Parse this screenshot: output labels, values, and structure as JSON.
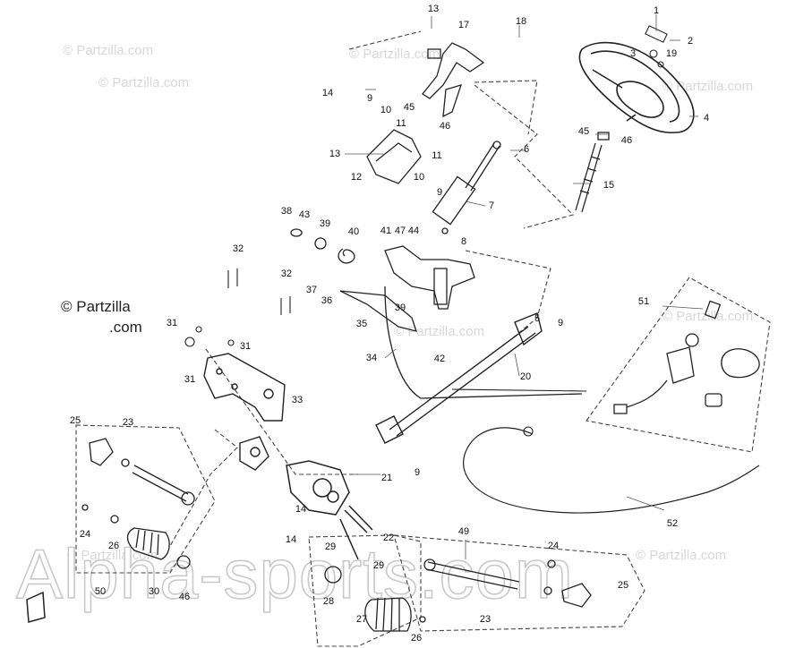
{
  "watermarks": {
    "small": "© Partzilla.com",
    "main_line1": "© Partzilla",
    "main_line2": ".com",
    "big": "Alpha-sports.com"
  },
  "callouts": [
    "1",
    "2",
    "3",
    "19",
    "4",
    "13",
    "17",
    "18",
    "14",
    "9",
    "10",
    "11",
    "45",
    "46",
    "6",
    "13",
    "12",
    "11",
    "10",
    "9",
    "7",
    "8",
    "15",
    "45",
    "46",
    "38",
    "43",
    "39",
    "40",
    "41",
    "47",
    "44",
    "32",
    "32",
    "37",
    "36",
    "35",
    "39",
    "34",
    "42",
    "31",
    "31",
    "31",
    "33",
    "5",
    "9",
    "20",
    "51",
    "23",
    "25",
    "24",
    "26",
    "50",
    "30",
    "46",
    "22",
    "21",
    "9",
    "14",
    "14",
    "29",
    "29",
    "28",
    "27",
    "26",
    "49",
    "24",
    "25",
    "23",
    "52"
  ]
}
